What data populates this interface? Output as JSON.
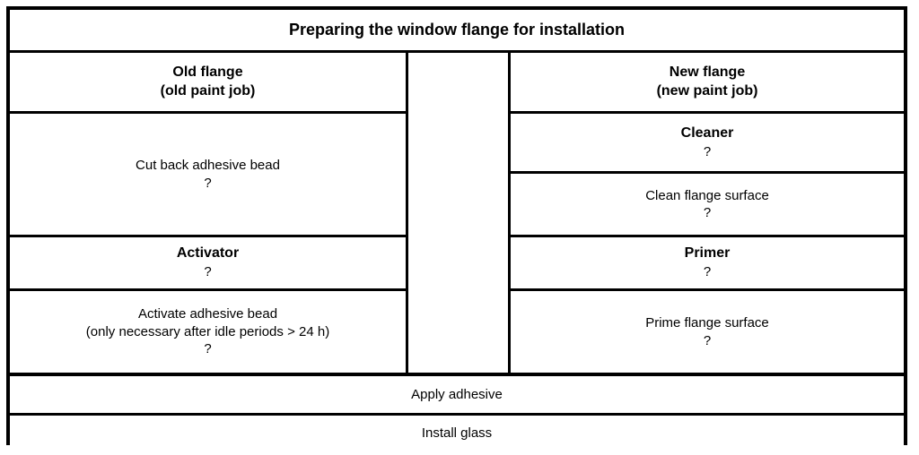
{
  "diagram": {
    "title": "Preparing the window flange for installation",
    "type": "process-flow-table",
    "columns": {
      "left": {
        "header_line1": "Old flange",
        "header_line2": "(old paint job)",
        "steps": [
          {
            "label": "Cut back adhesive bead",
            "marker": "?",
            "emphasis": "normal"
          },
          {
            "label": "Activator",
            "marker": "?",
            "emphasis": "bold"
          },
          {
            "label_line1": "Activate adhesive bead",
            "label_line2": "(only necessary after idle periods > 24 h)",
            "marker": "?",
            "emphasis": "normal"
          }
        ]
      },
      "right": {
        "header_line1": "New flange",
        "header_line2": "(new paint job)",
        "steps": [
          {
            "label": "Cleaner",
            "marker": "?",
            "emphasis": "bold"
          },
          {
            "label": "Clean flange surface",
            "marker": "?",
            "emphasis": "normal"
          },
          {
            "label": "Primer",
            "marker": "?",
            "emphasis": "bold"
          },
          {
            "label": "Prime flange surface",
            "marker": "?",
            "emphasis": "normal"
          }
        ]
      }
    },
    "common_steps": [
      {
        "label": "Apply adhesive"
      },
      {
        "label": "Install glass"
      }
    ],
    "colors": {
      "border": "#000000",
      "background": "#ffffff",
      "text": "#000000"
    }
  }
}
